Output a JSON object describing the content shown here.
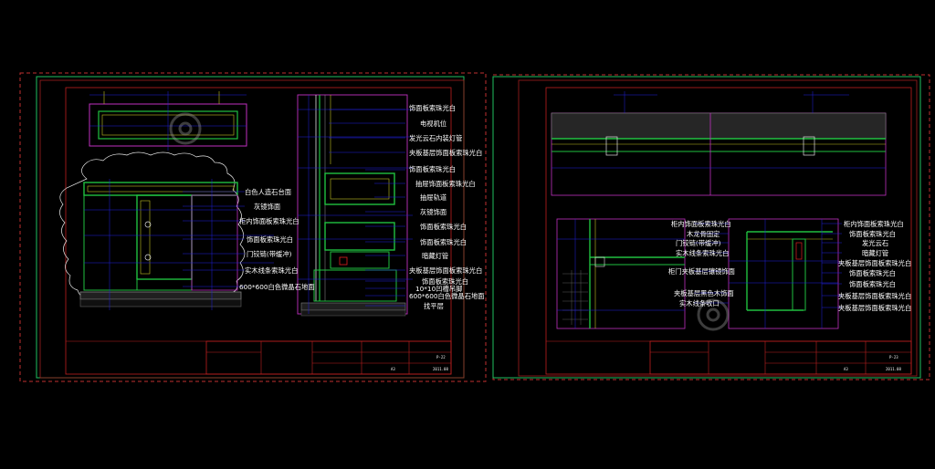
{
  "sheet_left": {
    "labels_right": [
      "饰面板索珠光白",
      "电视机位",
      "发光云石内装灯管",
      "夹板基层饰面板索珠光白",
      "饰面板索珠光白",
      "抽屉饰面板索珠光白",
      "抽屉轨道",
      "灰镜饰面",
      "饰面板索珠光白",
      "饰面板索珠光白",
      "暗藏灯管",
      "夹板基层饰面板索珠光白",
      "饰面板索珠光白",
      "10*10凹槽吊脚",
      "600*600白色微晶石地面",
      "找平层"
    ],
    "labels_left": [
      "白色人造石台面",
      "灰镜饰面",
      "柜内饰面板索珠光白",
      "饰面板索珠光白",
      "门铰链(带缓冲)",
      "实木线条索珠光白",
      "600*600白色微晶石地面"
    ],
    "title_block": {
      "drawing_no": "P-22",
      "scale": "A3",
      "date": "2011.08"
    }
  },
  "sheet_right": {
    "labels_center": [
      "柜内饰面板索珠光白",
      "木龙骨固定",
      "门铰链(带缓冲)",
      "实木线条索珠光白",
      "柜门夹板基层镶镜饰面",
      "夹板基层黑色木饰面",
      "实木线条收口"
    ],
    "labels_right": [
      "柜内饰面板索珠光白",
      "饰面板索珠光白",
      "发光云石",
      "暗藏灯管",
      "夹板基层饰面板索珠光白",
      "饰面板索珠光白",
      "饰面板索珠光白",
      "夹板基层饰面板索珠光白",
      "夹板基层饰面板索珠光白"
    ],
    "title_block": {
      "drawing_no": "P-23",
      "scale": "A3",
      "date": "2011.08"
    }
  },
  "colors": {
    "background": "#000000",
    "frame_green": "#20c040",
    "frame_red": "#c02020",
    "frame_cyan": "#30a0a0",
    "panel_magenta": "#c030c0",
    "dim_blue": "#3030e0",
    "label_white": "#ffffff",
    "watermark": "#9a9a9a"
  }
}
